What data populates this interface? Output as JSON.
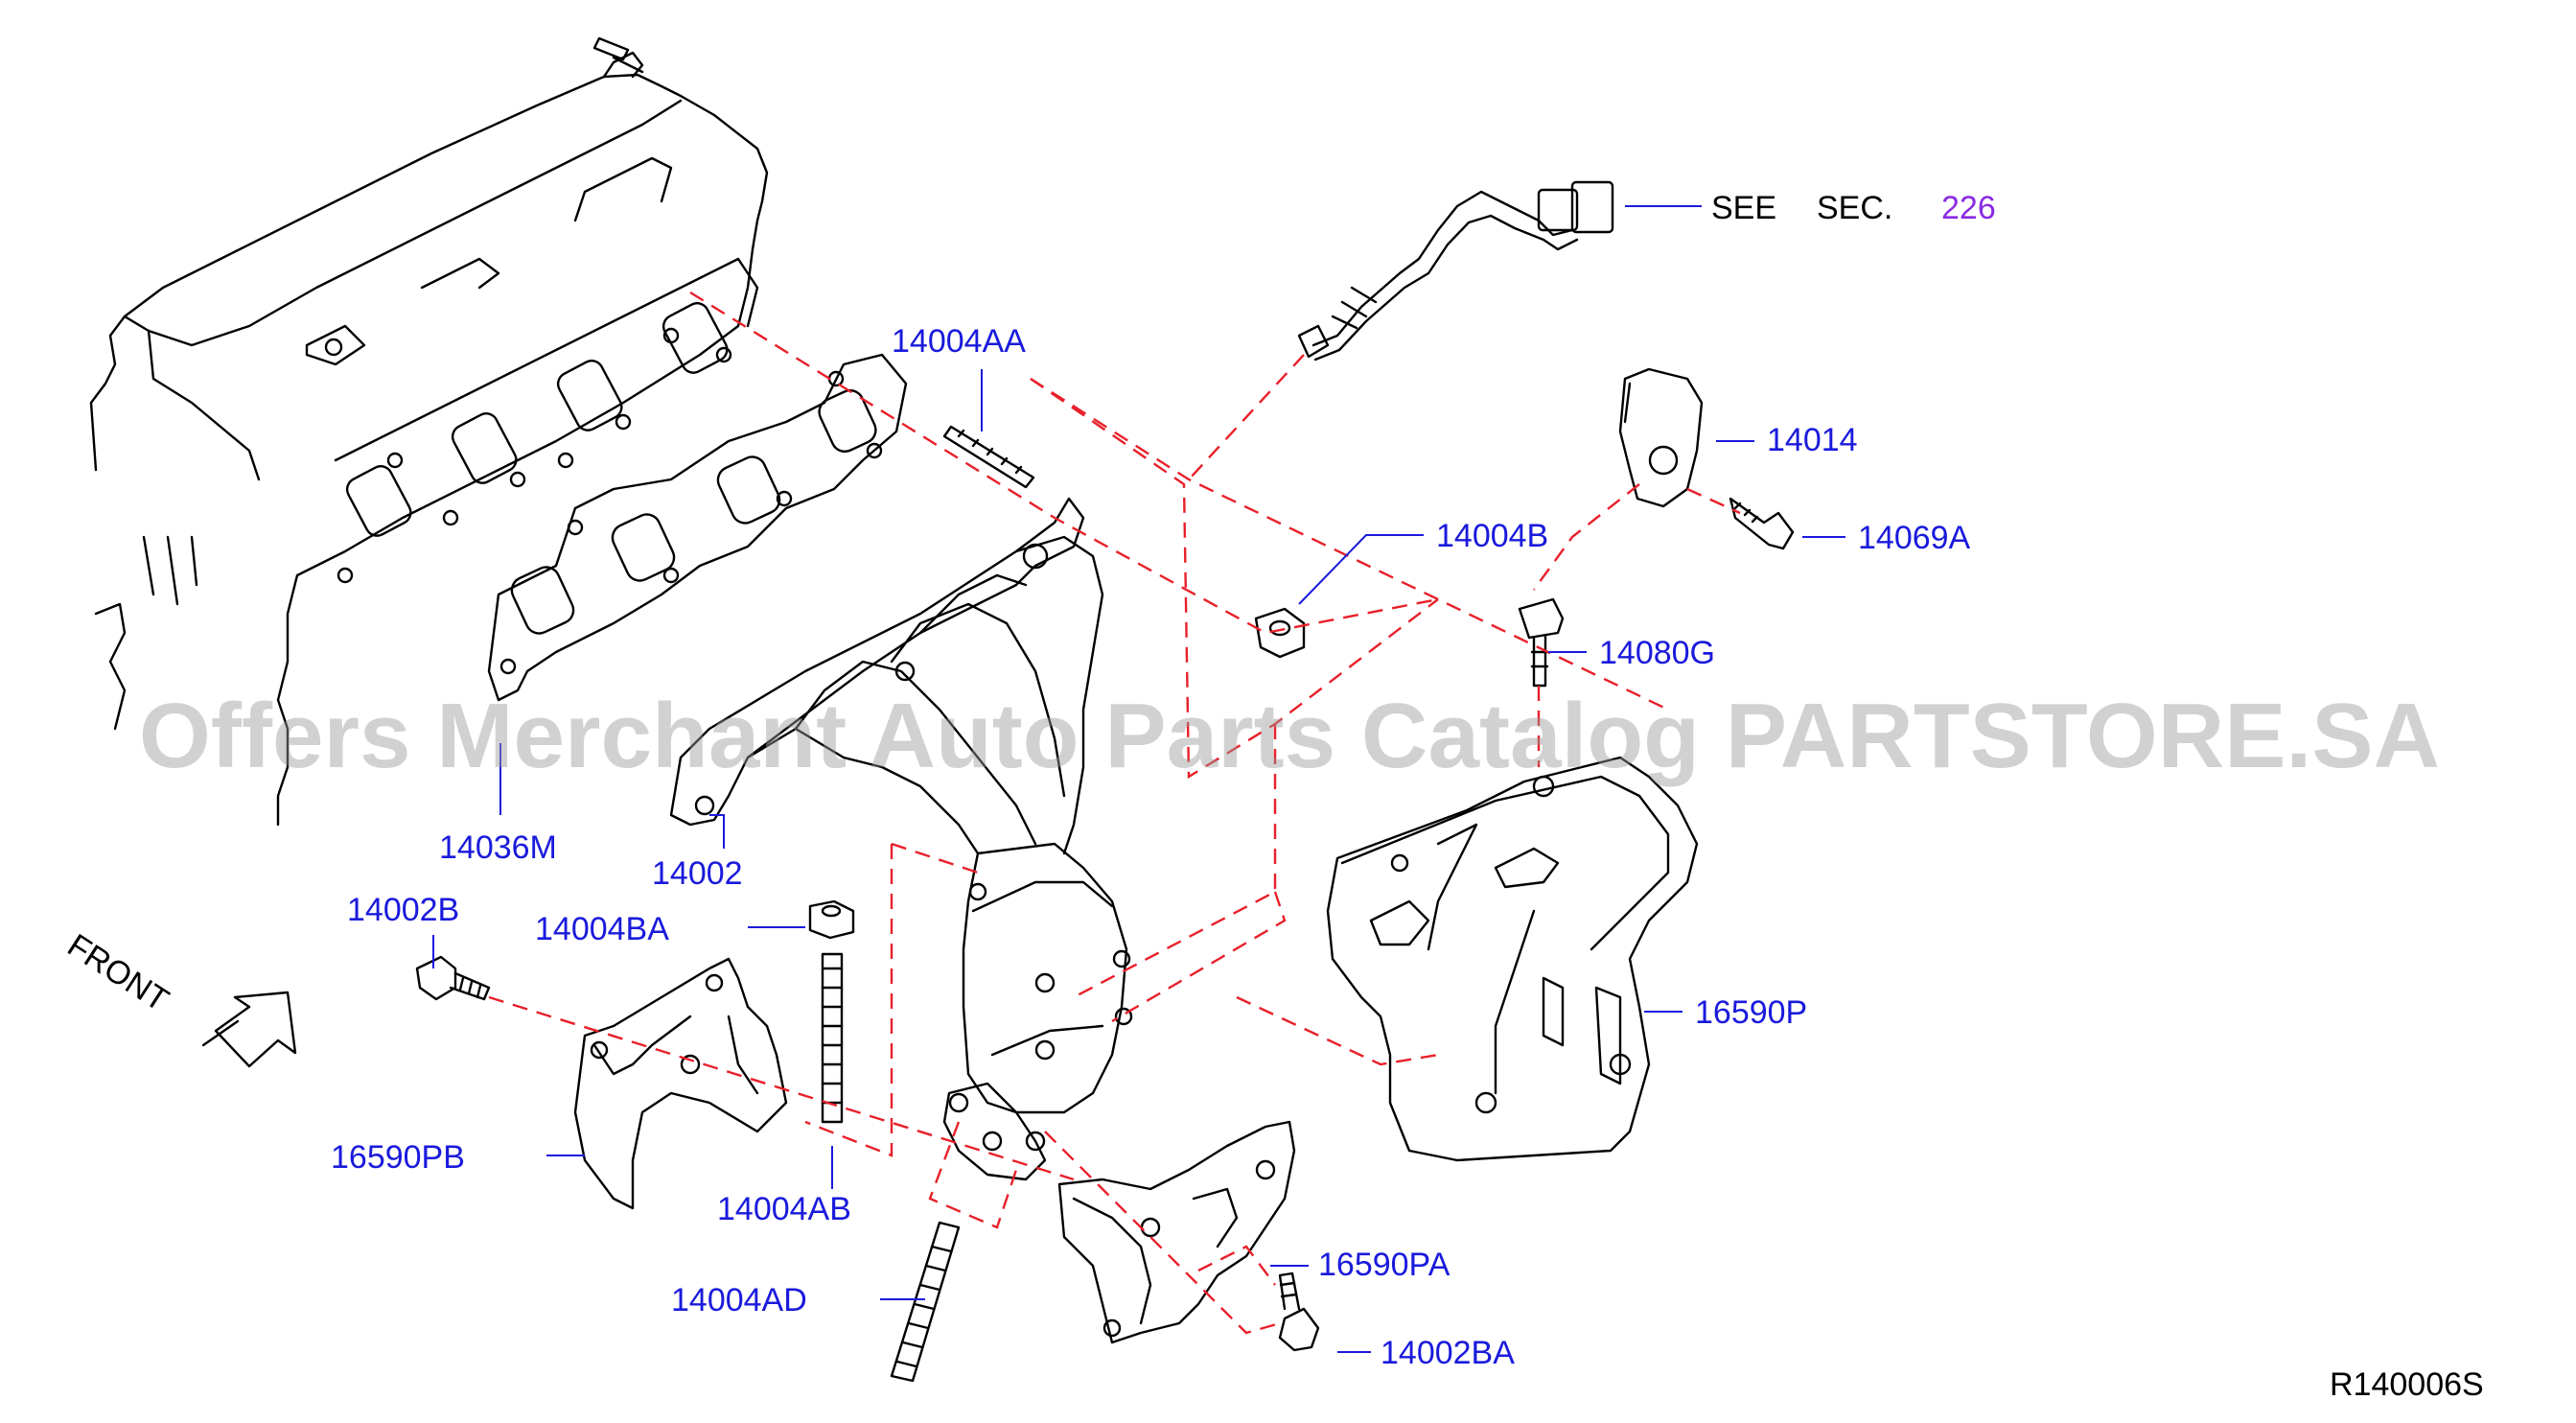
{
  "callouts": {
    "c14004AA": "14004AA",
    "c14014": "14014",
    "c14004B": "14004B",
    "c14069A": "14069A",
    "c14080G": "14080G",
    "c14036M": "14036M",
    "c14002": "14002",
    "c14002B": "14002B",
    "c14004BA": "14004BA",
    "c16590P": "16590P",
    "c16590PB": "16590PB",
    "c14004AB": "14004AB",
    "c16590PA": "16590PA",
    "c14004AD": "14004AD",
    "c14002BA": "14002BA"
  },
  "see_ref": {
    "see": "SEE",
    "sec": "SEC.",
    "number": "226"
  },
  "front_label": "FRONT",
  "watermark": "Offers Merchant Auto Parts Catalog PARTSTORE.SA",
  "diagram_code": "R140006S",
  "colors": {
    "callout": "#1a1adc",
    "dash_line": "#e8202a",
    "reference": "#8a2be2",
    "watermark": "#9a9a9a"
  }
}
